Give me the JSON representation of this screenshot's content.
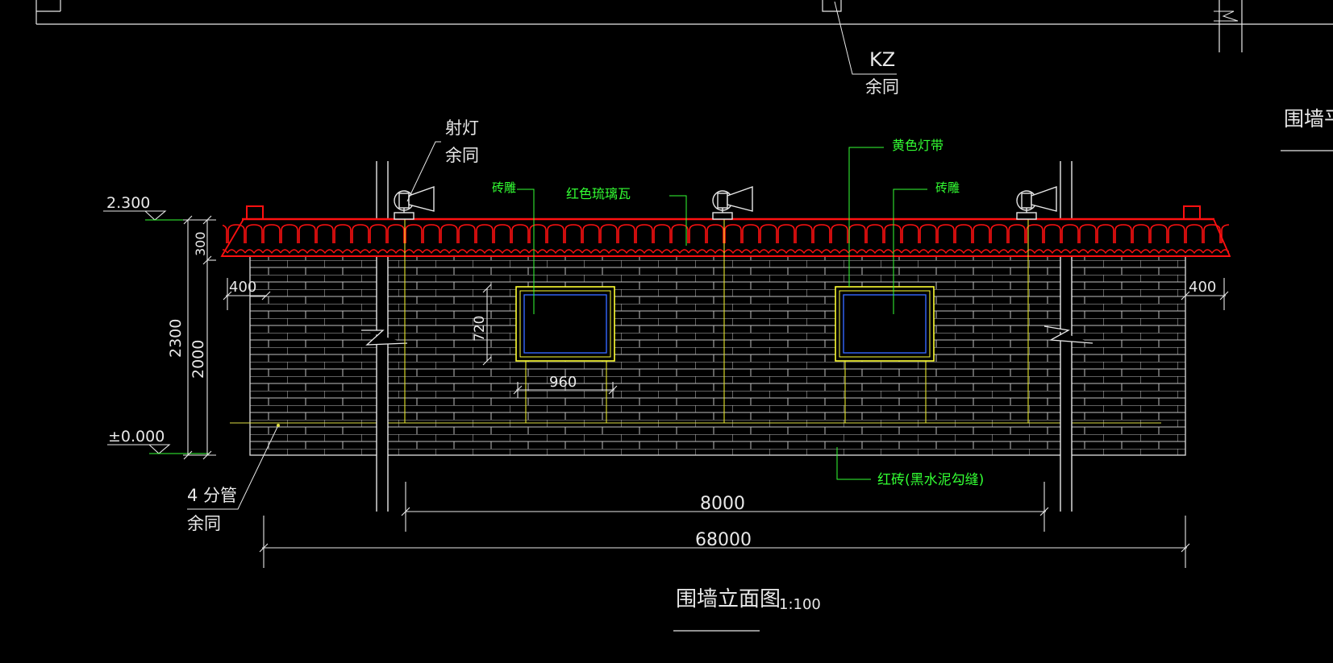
{
  "drawing": {
    "title": "围墙立面图",
    "scale": "1:100",
    "partial_title": "围墙平"
  },
  "levels": {
    "top": "2.300",
    "ground": "±0.000"
  },
  "dimensions": {
    "total_height": "2300",
    "wall_height": "2000",
    "roof_height": "300",
    "left_offset": "400",
    "right_offset": "400",
    "window_height": "720",
    "window_width": "960",
    "pillar_span": "8000",
    "total_length": "68000"
  },
  "annotations": {
    "kz": "KZ",
    "kz_note": "余同",
    "spotlight": "射灯",
    "spotlight_note": "余同",
    "brick_carving_left": "砖雕",
    "red_glazed_tile": "红色琉璃瓦",
    "yellow_light_strip": "黄色灯带",
    "brick_carving_right": "砖雕",
    "red_brick": "红砖(黑水泥勾缝)",
    "pipe": "4 分管",
    "pipe_note": "余同"
  },
  "colors": {
    "background": "#000000",
    "line": "#e8e8e8",
    "roof": "#ff1010",
    "window": "#ffff33",
    "window_inner": "#3366ff",
    "label": "#33ff33"
  }
}
